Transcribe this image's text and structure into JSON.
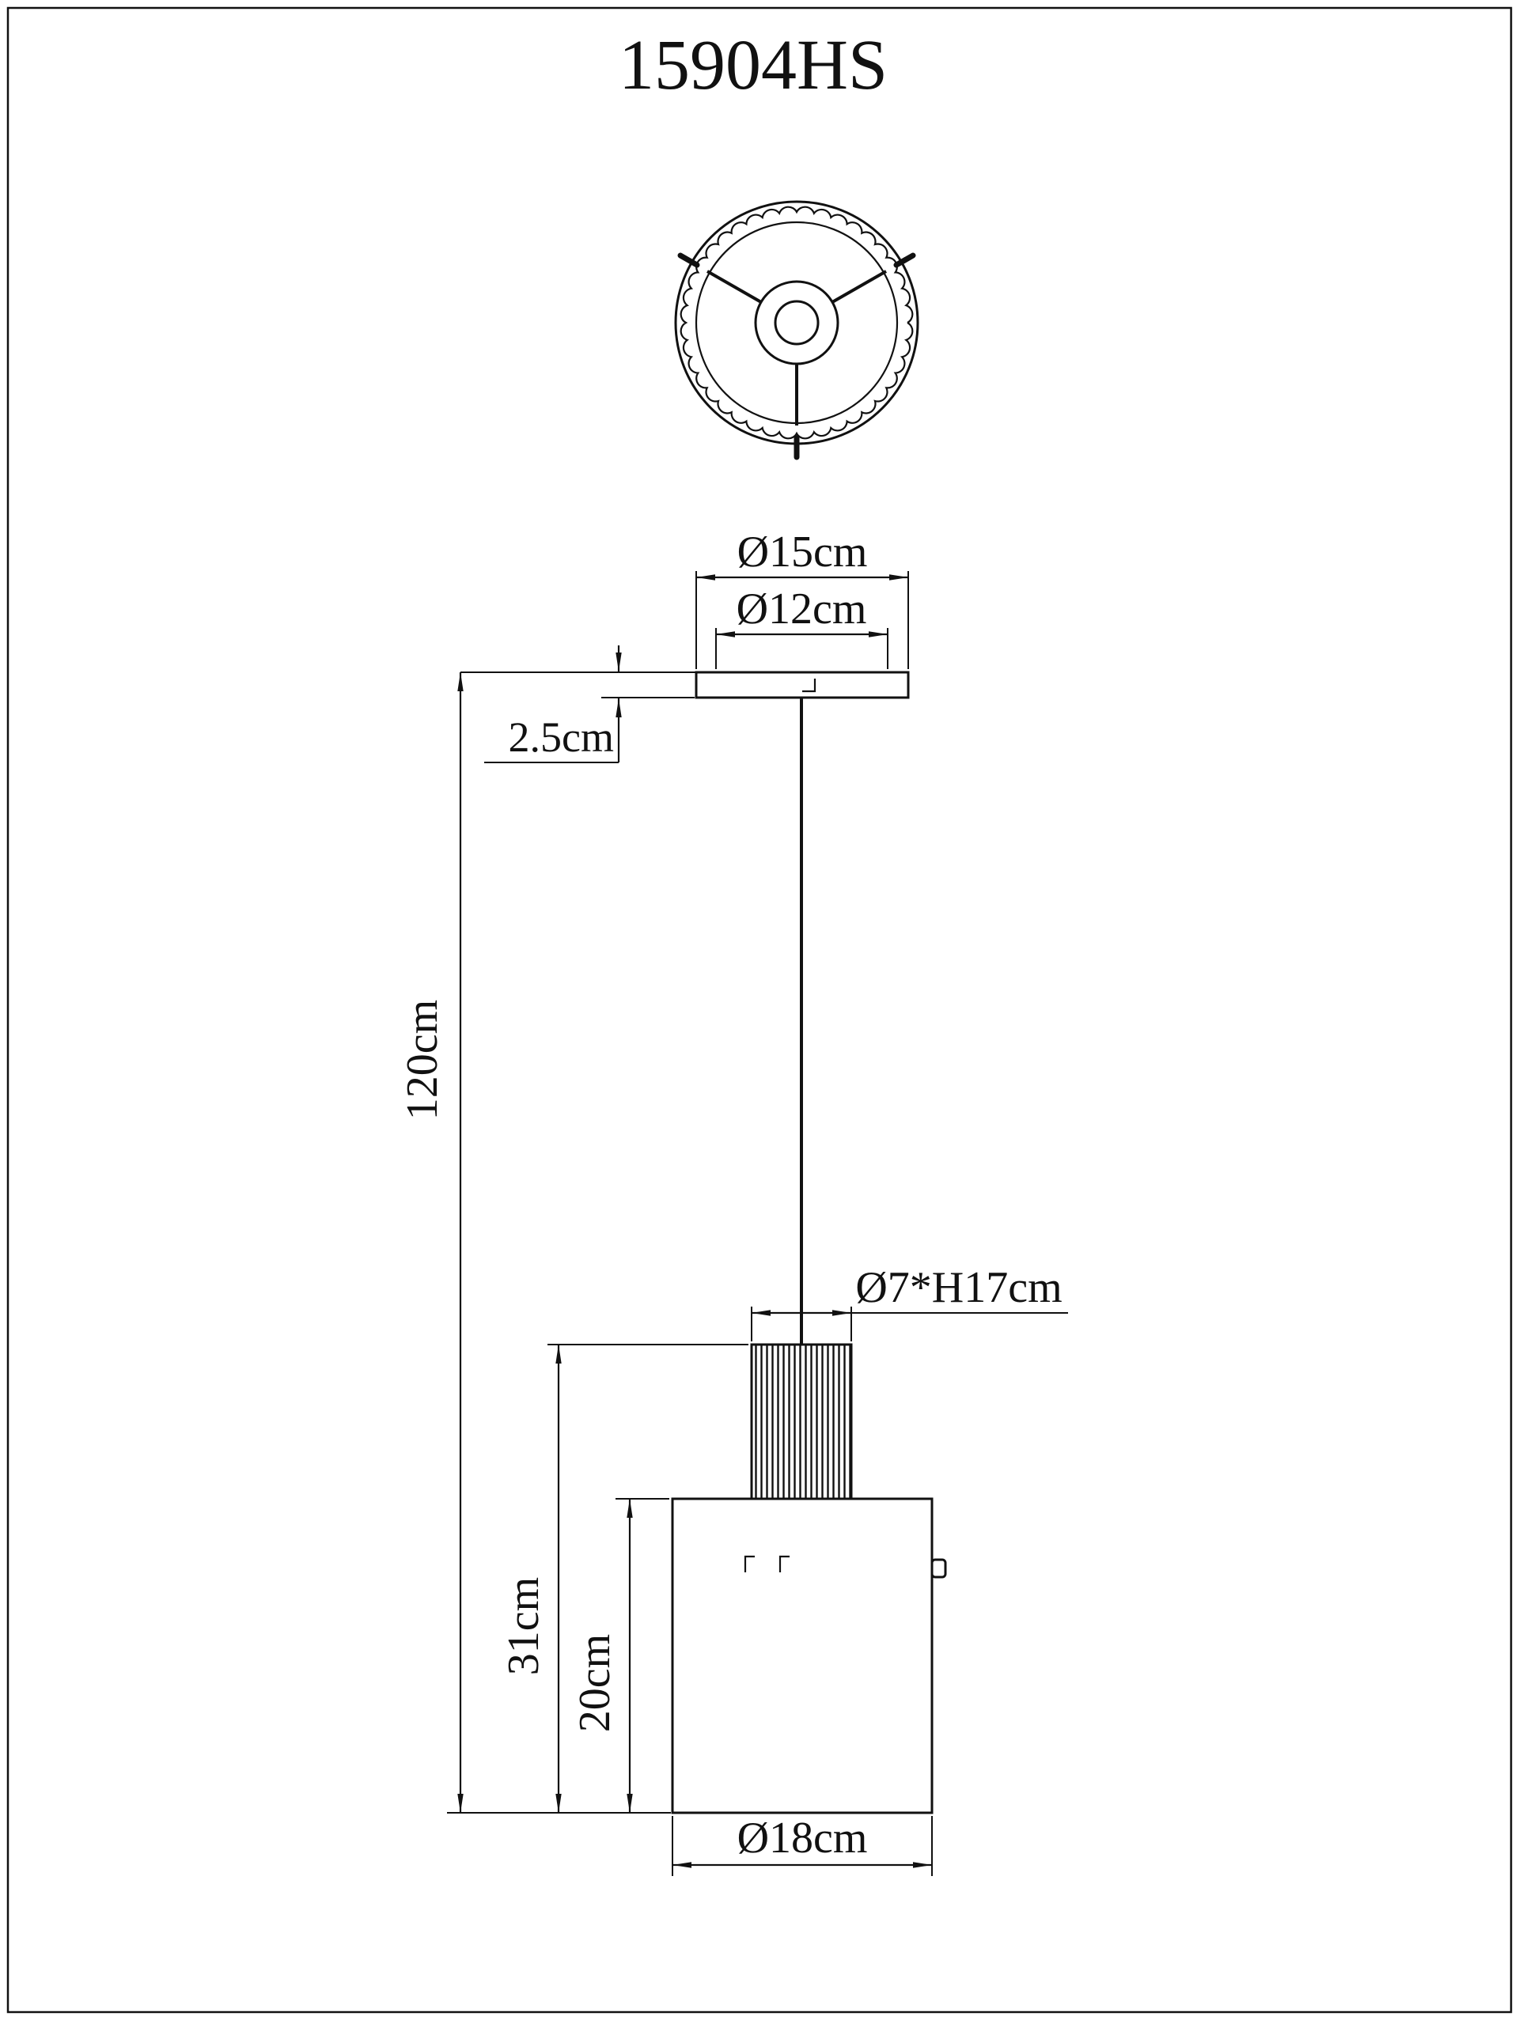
{
  "page": {
    "title": "15904HS"
  },
  "colors": {
    "ink": "#111111",
    "background": "#ffffff"
  },
  "dimensions": {
    "canopy_diameter": "Ø15cm",
    "canopy_inner_diameter": "Ø12cm",
    "canopy_height": "2.5cm",
    "suspension_length": "120cm",
    "holder_size": "Ø7*H17cm",
    "body_height": "31cm",
    "shade_height": "20cm",
    "shade_diameter": "Ø18cm"
  }
}
